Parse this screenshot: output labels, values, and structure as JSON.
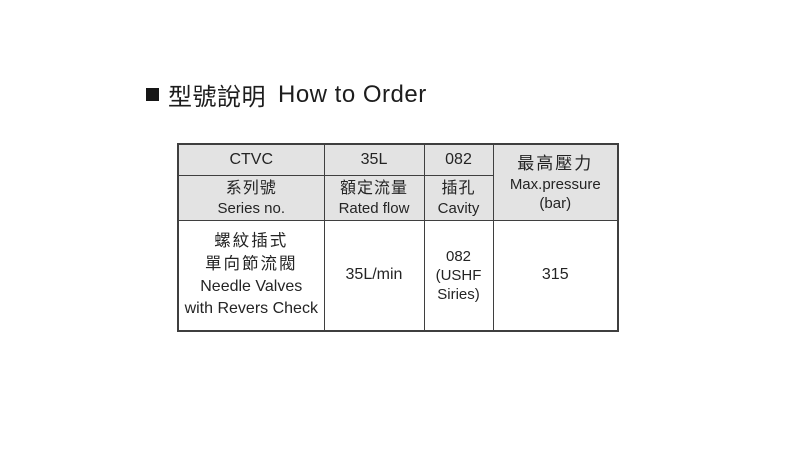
{
  "title": {
    "cjk": "型號說明",
    "en": "How to Order"
  },
  "colors": {
    "page_bg": "#ffffff",
    "header_bg": "#e3e3e3",
    "border": "#3f3f3f",
    "text": "#242424"
  },
  "table": {
    "model_code": [
      "CTVC",
      "35L",
      "082"
    ],
    "column_headers": [
      {
        "cjk": "系列號",
        "en": "Series no."
      },
      {
        "cjk": "額定流量",
        "en": "Rated flow"
      },
      {
        "cjk": "插孔",
        "en": "Cavity"
      }
    ],
    "pressure_header": {
      "cjk": "最高壓力",
      "en": "Max.pressure",
      "unit": "(bar)"
    },
    "row": {
      "product_cjk_line1": "螺紋插式",
      "product_cjk_line2": "單向節流閥",
      "product_en_line1": "Needle Valves",
      "product_en_line2": "with Revers Check",
      "rated_flow": "35L/min",
      "cavity_line1": "082",
      "cavity_line2": "(USHF",
      "cavity_line3": "Siries)",
      "max_pressure": "315"
    }
  }
}
